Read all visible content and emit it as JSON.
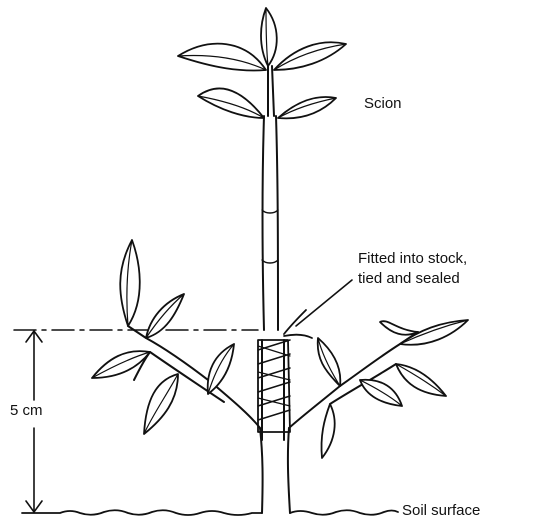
{
  "labels": {
    "scion": "Scion",
    "fitted_line1": "Fitted into stock,",
    "fitted_line2": "tied and sealed",
    "height": "5 cm",
    "soil": "Soil surface"
  }
}
